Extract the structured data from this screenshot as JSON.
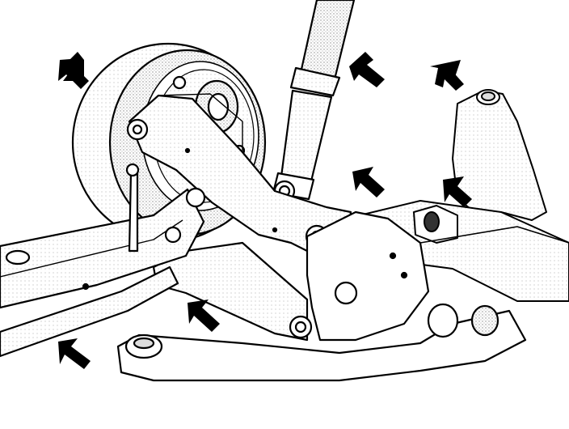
{
  "illustration": {
    "subject": "rear-suspension-assembly-line-art",
    "colors": {
      "line": "#000000",
      "fill": "#ffffff",
      "shade": "#d8d8d8",
      "stipple": "#9a9a9a"
    }
  },
  "callouts": [
    {
      "id": "arrow-drum-top",
      "direction": "down-right",
      "icon": "solid-arrow-icon"
    },
    {
      "id": "arrow-strut",
      "direction": "down-left",
      "icon": "solid-arrow-icon"
    },
    {
      "id": "arrow-top-right",
      "direction": "down-left",
      "icon": "solid-arrow-icon"
    },
    {
      "id": "arrow-arm-joint",
      "direction": "down-left",
      "icon": "solid-arrow-icon"
    },
    {
      "id": "arrow-mount-right",
      "direction": "down-left",
      "icon": "solid-arrow-icon"
    },
    {
      "id": "arrow-lower-center",
      "direction": "up-left",
      "icon": "solid-arrow-icon"
    },
    {
      "id": "arrow-bottom-left",
      "direction": "up-right",
      "icon": "solid-arrow-icon"
    }
  ]
}
